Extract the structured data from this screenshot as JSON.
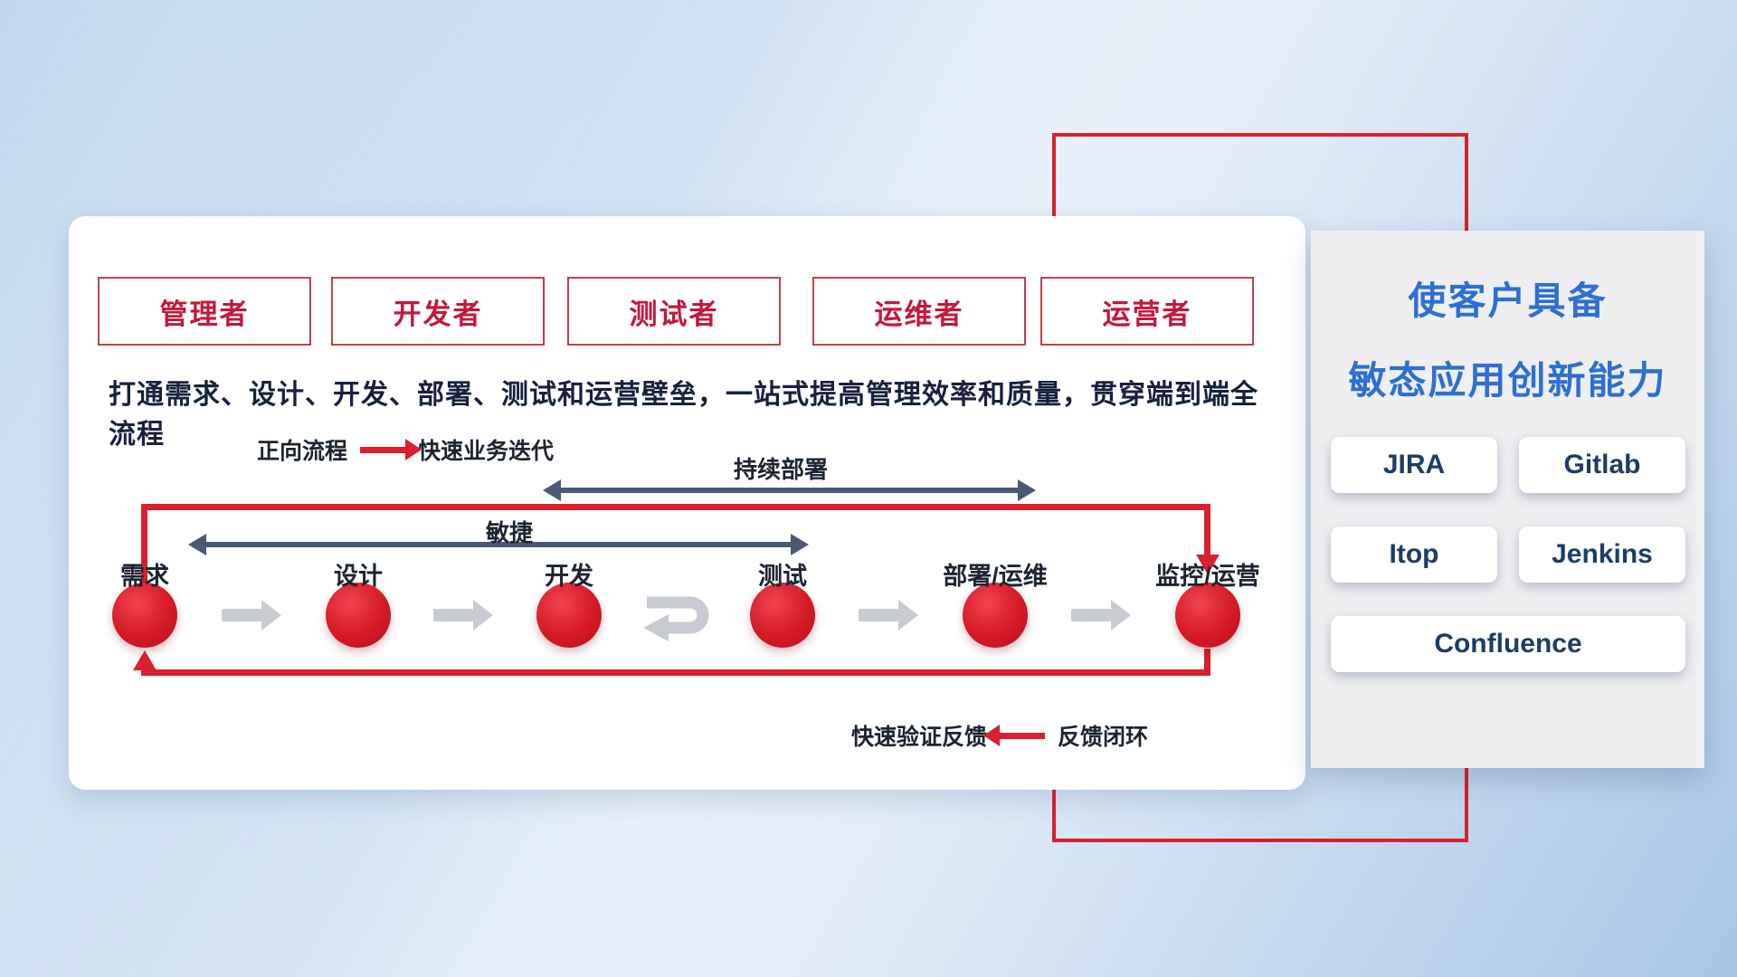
{
  "colors": {
    "accent_red": "#d8202e",
    "dark_arrow": "#4a5a74",
    "gray_arrow": "#c7cbd1",
    "title_blue": "#2d6fd2",
    "role_text": "#c4183c",
    "tool_text": "#1d3c66"
  },
  "roles": [
    "管理者",
    "开发者",
    "测试者",
    "运维者",
    "运营者"
  ],
  "subtitle": "打通需求、设计、开发、部署、测试和运营壁垒，一站式提高管理效率和质量，贯穿端到端全流程",
  "legend_forward": {
    "label": "正向流程",
    "desc": "快速业务迭代"
  },
  "legend_feedback": {
    "desc": "快速验证反馈",
    "label": "反馈闭环"
  },
  "flow": {
    "continuous_deploy_label": "持续部署",
    "agile_label": "敏捷",
    "stages": [
      "需求",
      "设计",
      "开发",
      "测试",
      "部署/运维",
      "监控/运营"
    ]
  },
  "panel": {
    "title_line1": "使客户具备",
    "title_line2": "敏态应用创新能力",
    "tools": [
      "JIRA",
      "Gitlab",
      "Itop",
      "Jenkins",
      "Confluence"
    ]
  }
}
